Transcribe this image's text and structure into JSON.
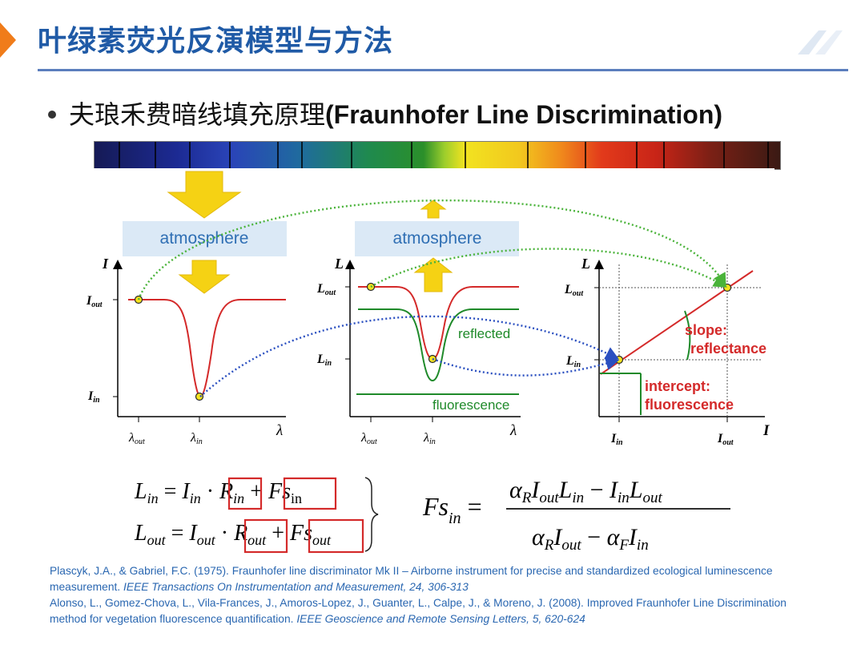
{
  "slide": {
    "title": "叶绿素荧光反演模型与方法",
    "bullet_zh": "夫琅禾费暗线填充原理",
    "bullet_en": "(Fraunhofer Line Discrimination)"
  },
  "diagram": {
    "atmosphere_label": "atmosphere",
    "panel1": {
      "y_axis": "I",
      "x_axis": "λ",
      "i_out": "Iout",
      "i_in": "Iin",
      "lambda_out": "λout",
      "lambda_in": "λin"
    },
    "panel2": {
      "y_axis": "L",
      "x_axis": "λ",
      "l_out": "Lout",
      "l_in": "Lin",
      "lambda_out": "λout",
      "lambda_in": "λin",
      "reflected": "reflected",
      "fluorescence": "fluorescence"
    },
    "panel3": {
      "y_axis": "L",
      "x_axis": "I",
      "l_out": "Lout",
      "l_in": "Lin",
      "i_in": "Iin",
      "i_out": "Iout",
      "slope_1": "slope:",
      "slope_2": "reflectance",
      "intercept_1": "intercept:",
      "intercept_2": "fluorescence"
    }
  },
  "equations": {
    "eq1": "Lin = Iin · Rin + Fsin",
    "eq2": "Lout = Iout · Rout + Fsout",
    "eq3": "Fsin = (αR Iout Lin − Iin Lout) / (αR Iout − αF Iin)"
  },
  "references": [
    {
      "text": "Plascyk, J.A., & Gabriel, F.C. (1975). Fraunhofer line discriminator Mk II – Airborne instrument for precise and standardized ecological luminescence measurement. ",
      "journal": "IEEE Transactions On Instrumentation and Measurement, 24, 306-313"
    },
    {
      "text": "Alonso, L., Gomez-Chova, L., Vila-Frances, J., Amoros-Lopez, J., Guanter, L., Calpe, J., & Moreno, J. (2008). Improved Fraunhofer Line Discrimination method for vegetation fluorescence quantification. ",
      "journal": "IEEE Geoscience and Remote Sensing Letters, 5, 620-624"
    }
  ],
  "colors": {
    "title": "#1f5aa6",
    "accent": "#f07c1a",
    "curve_red": "#d42a2a",
    "curve_green": "#1f8a2a",
    "dotted_green": "#4ab33a",
    "dotted_blue": "#2a4fc0",
    "arrow_yellow": "#f5d214",
    "box_blue": "#dbe9f6",
    "label_blue": "#2f6fb4",
    "refs": "#2a67b1"
  }
}
